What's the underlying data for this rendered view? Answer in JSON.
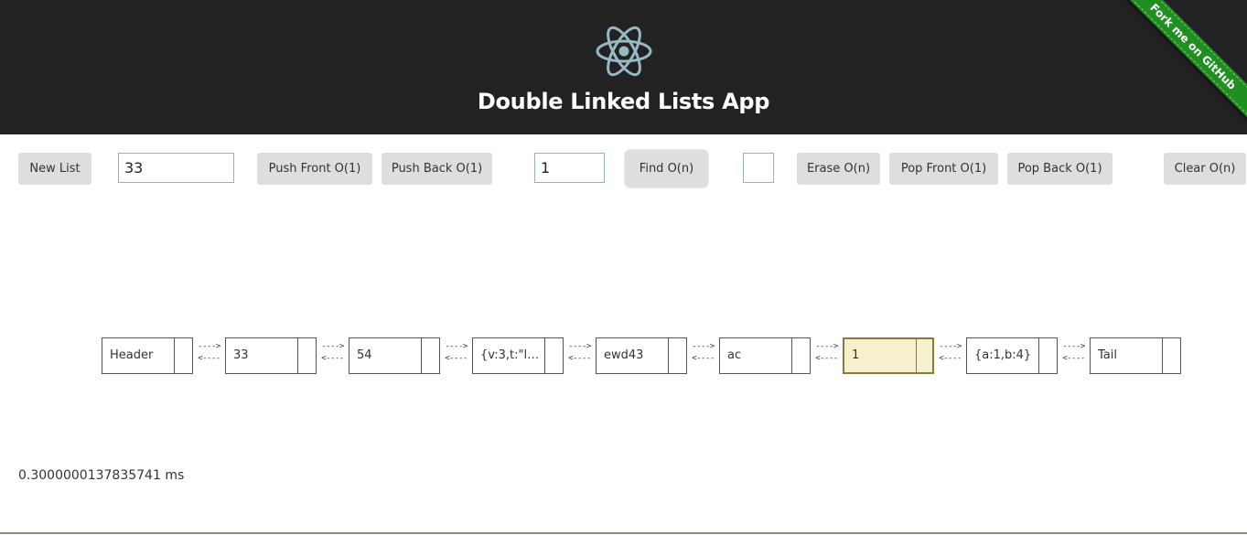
{
  "header": {
    "title": "Double Linked Lists App",
    "ribbon": "Fork me on GitHub",
    "logo_icon": "react-atom-icon",
    "background": "#222222",
    "ribbon_color": "#1f8f20"
  },
  "toolbar": {
    "new_list_label": "New List",
    "value_input": "33",
    "push_front_label": "Push Front O(1)",
    "push_back_label": "Push Back O(1)",
    "find_input": "1",
    "find_label": "Find O(n)",
    "erase_input": "",
    "erase_label": "Erase O(n)",
    "pop_front_label": "Pop Front O(1)",
    "pop_back_label": "Pop Back O(1)",
    "clear_label": "Clear O(n)"
  },
  "list": {
    "nodes": [
      {
        "label": "Header"
      },
      {
        "label": "33"
      },
      {
        "label": "54"
      },
      {
        "label": "{v:3,t:\"la..."
      },
      {
        "label": "ewd43"
      },
      {
        "label": "ac"
      },
      {
        "label": "1",
        "highlighted": true
      },
      {
        "label": "{a:1,b:4}"
      },
      {
        "label": "Tail"
      }
    ],
    "arrow_forward": "---->",
    "arrow_back": "<----",
    "highlight_color": "#f6f0cf"
  },
  "timing": "0.3000000137835741 ms"
}
